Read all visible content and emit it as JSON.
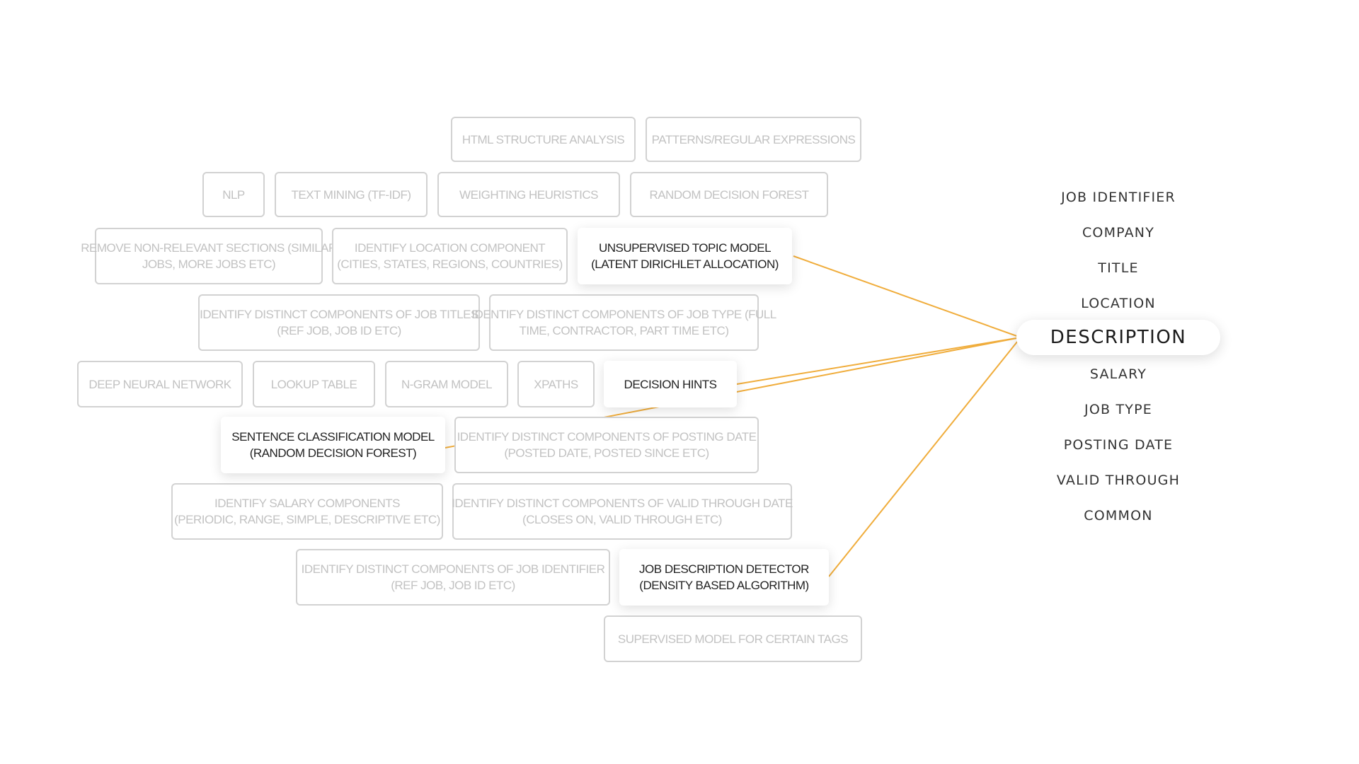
{
  "colors": {
    "link": "#f0ad3c",
    "inactive_text": "#c2c2c2",
    "inactive_border": "#d2d2d2",
    "active_text": "#222222",
    "field_text": "#333333"
  },
  "techniques": [
    {
      "id": "html",
      "lines": [
        "HTML STRUCTURE ANALYSIS"
      ],
      "active": false
    },
    {
      "id": "patterns",
      "lines": [
        "PATTERNS/REGULAR EXPRESSIONS"
      ],
      "active": false
    },
    {
      "id": "nlp",
      "lines": [
        "NLP"
      ],
      "active": false
    },
    {
      "id": "textmining",
      "lines": [
        "TEXT MINING (TF-IDF)"
      ],
      "active": false
    },
    {
      "id": "weighting",
      "lines": [
        "WEIGHTING HEURISTICS"
      ],
      "active": false
    },
    {
      "id": "rdf",
      "lines": [
        "RANDOM DECISION FOREST"
      ],
      "active": false
    },
    {
      "id": "remove",
      "lines": [
        "REMOVE NON-RELEVANT SECTIONS (SIMILAR",
        "JOBS, MORE JOBS ETC)"
      ],
      "active": false
    },
    {
      "id": "location",
      "lines": [
        "IDENTIFY LOCATION COMPONENT",
        "(CITIES, STATES, REGIONS, COUNTRIES)"
      ],
      "active": false
    },
    {
      "id": "topic",
      "lines": [
        "UNSUPERVISED TOPIC MODEL",
        "(LATENT DIRICHLET ALLOCATION)"
      ],
      "active": true
    },
    {
      "id": "jobtitles",
      "lines": [
        "IDENTIFY DISTINCT COMPONENTS OF JOB TITLES",
        "(REF JOB, JOB ID ETC)"
      ],
      "active": false
    },
    {
      "id": "jobtype",
      "lines": [
        "IDENTIFY DISTINCT COMPONENTS OF JOB TYPE (FULL",
        "TIME, CONTRACTOR, PART TIME ETC)"
      ],
      "active": false
    },
    {
      "id": "dnn",
      "lines": [
        "DEEP NEURAL NETWORK"
      ],
      "active": false
    },
    {
      "id": "lookup",
      "lines": [
        "LOOKUP TABLE"
      ],
      "active": false
    },
    {
      "id": "ngram",
      "lines": [
        "N-GRAM MODEL"
      ],
      "active": false
    },
    {
      "id": "xpaths",
      "lines": [
        "XPATHS"
      ],
      "active": false
    },
    {
      "id": "hints",
      "lines": [
        "DECISION HINTS"
      ],
      "active": true
    },
    {
      "id": "sentence",
      "lines": [
        "SENTENCE CLASSIFICATION MODEL",
        "(RANDOM DECISION FOREST)"
      ],
      "active": true
    },
    {
      "id": "postingdate",
      "lines": [
        "IDENTIFY DISTINCT COMPONENTS OF POSTING DATE",
        "(POSTED DATE, POSTED SINCE ETC)"
      ],
      "active": false
    },
    {
      "id": "salary",
      "lines": [
        "IDENTIFY SALARY COMPONENTS",
        "(PERIODIC, RANGE, SIMPLE, DESCRIPTIVE ETC)"
      ],
      "active": false
    },
    {
      "id": "validthrough",
      "lines": [
        "IDENTIFY DISTINCT COMPONENTS OF VALID THROUGH DATE",
        "(CLOSES ON, VALID THROUGH ETC)"
      ],
      "active": false
    },
    {
      "id": "jobident",
      "lines": [
        "IDENTIFY DISTINCT COMPONENTS OF JOB IDENTIFIER",
        "(REF JOB, JOB ID ETC)"
      ],
      "active": false
    },
    {
      "id": "detector",
      "lines": [
        "JOB DESCRIPTION DETECTOR",
        "(DENSITY BASED ALGORITHM)"
      ],
      "active": true
    },
    {
      "id": "supervised",
      "lines": [
        "SUPERVISED MODEL FOR CERTAIN TAGS"
      ],
      "active": false
    }
  ],
  "fields": [
    {
      "label": "JOB IDENTIFIER",
      "selected": false
    },
    {
      "label": "COMPANY",
      "selected": false
    },
    {
      "label": "TITLE",
      "selected": false
    },
    {
      "label": "LOCATION",
      "selected": false
    },
    {
      "label": "DESCRIPTION",
      "selected": true
    },
    {
      "label": "SALARY",
      "selected": false
    },
    {
      "label": "JOB TYPE",
      "selected": false
    },
    {
      "label": "POSTING DATE",
      "selected": false
    },
    {
      "label": "VALID THROUGH",
      "selected": false
    },
    {
      "label": "COMMON",
      "selected": false
    }
  ],
  "links": [
    {
      "from": "topic",
      "to": "DESCRIPTION"
    },
    {
      "from": "hints",
      "to": "DESCRIPTION"
    },
    {
      "from": "sentence",
      "to": "DESCRIPTION"
    },
    {
      "from": "detector",
      "to": "DESCRIPTION"
    }
  ]
}
